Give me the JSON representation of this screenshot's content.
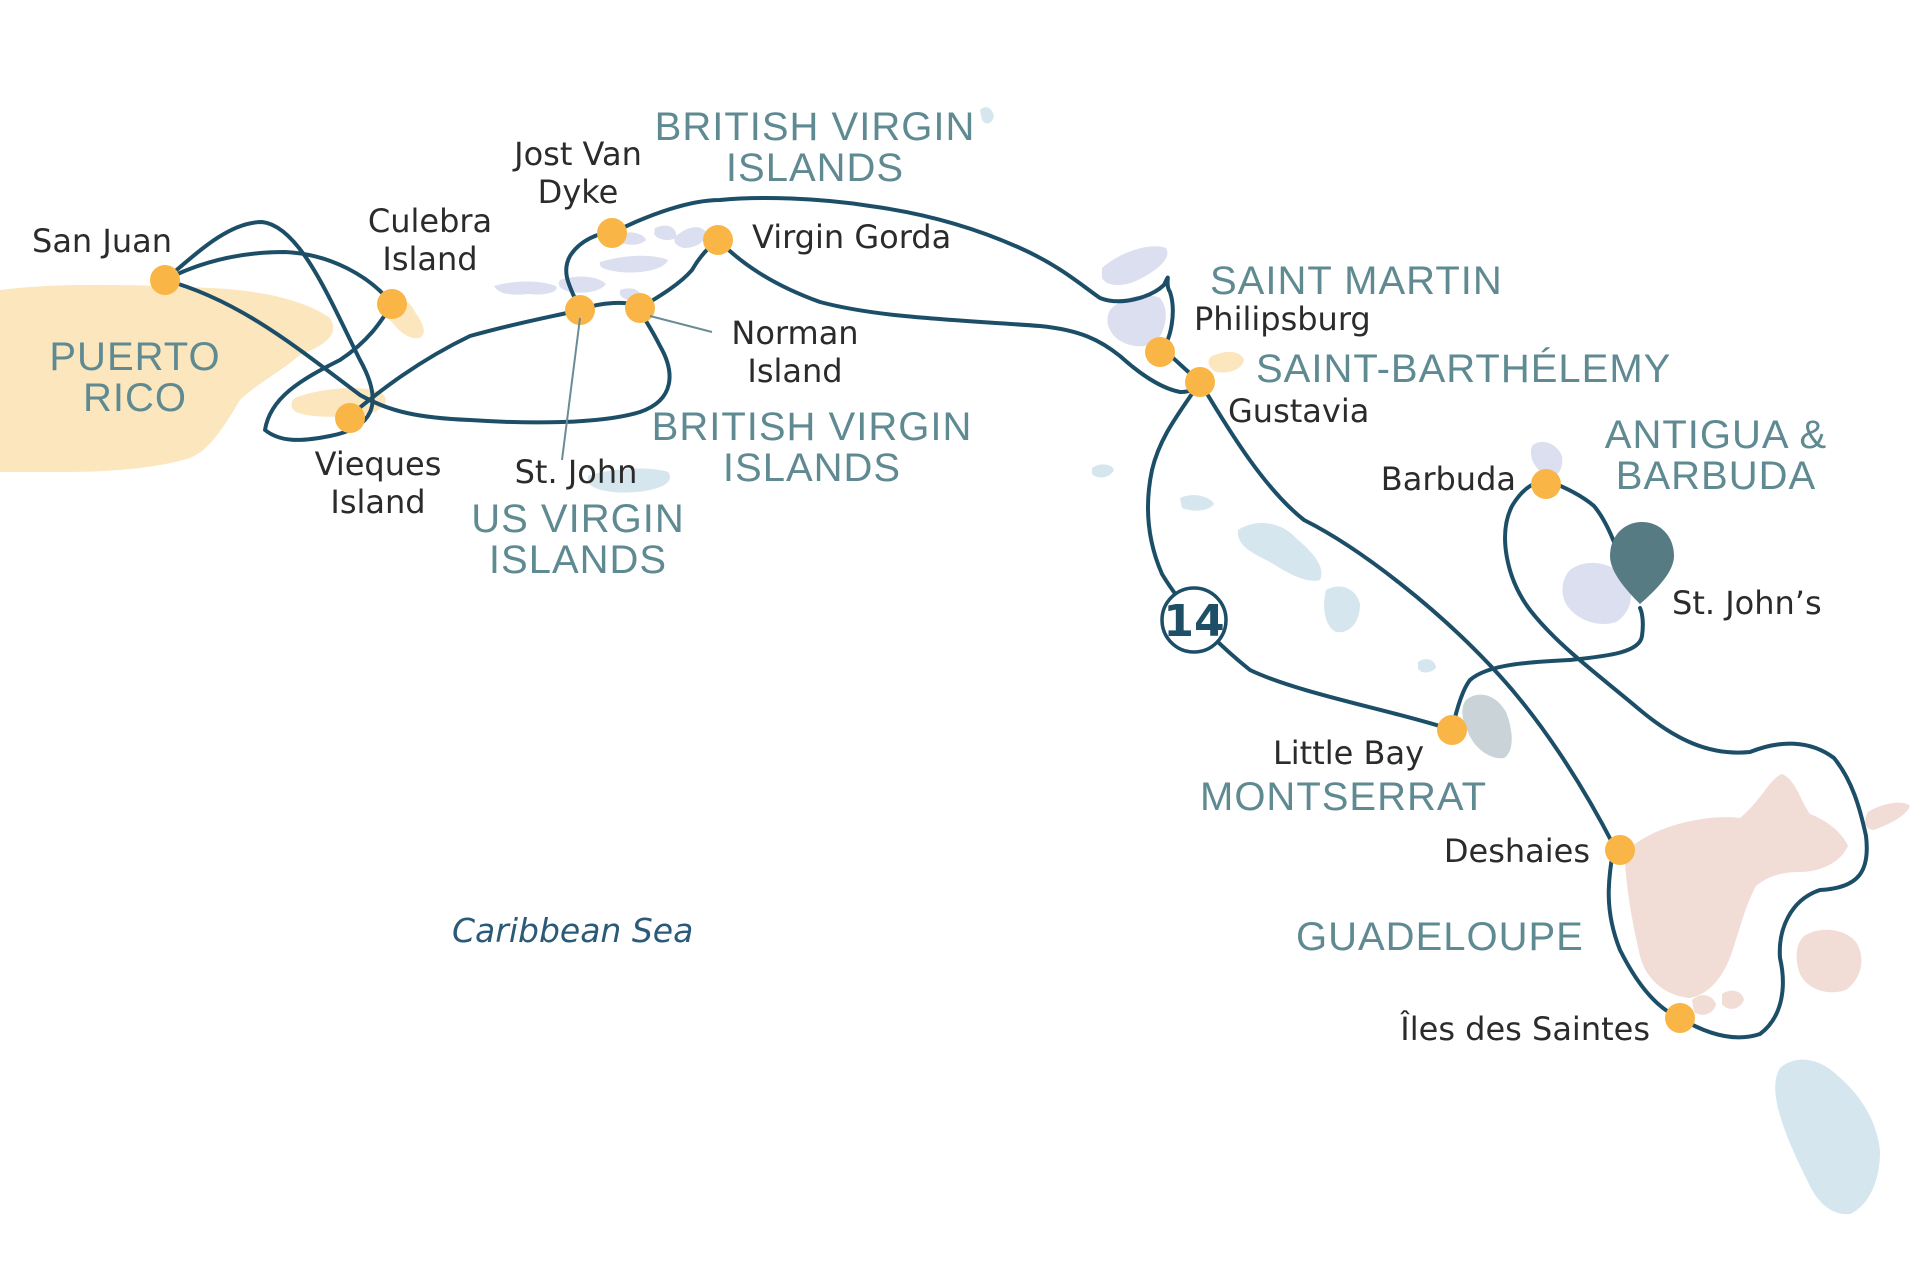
{
  "map": {
    "sea_label": "Caribbean Sea",
    "duration_days": "14",
    "colors": {
      "route": "#1c4e68",
      "port_marker": "#f9b646",
      "land_home": "#fbe6bd",
      "land_other": "#dcdff0",
      "land_montserrat": "#c9d3d8",
      "land_guadeloupe": "#f2ddd6",
      "land_water_island": "#d5e6ee",
      "pin": "#567b82",
      "region_text": "#5f8a92"
    },
    "ports": [
      {
        "id": "san-juan",
        "lines": [
          "San Juan"
        ]
      },
      {
        "id": "culebra-island",
        "lines": [
          "Culebra",
          "Island"
        ]
      },
      {
        "id": "vieques-island",
        "lines": [
          "Vieques",
          "Island"
        ]
      },
      {
        "id": "jost-van-dyke",
        "lines": [
          "Jost Van",
          "Dyke"
        ]
      },
      {
        "id": "virgin-gorda",
        "lines": [
          "Virgin Gorda"
        ]
      },
      {
        "id": "norman-island",
        "lines": [
          "Norman",
          "Island"
        ]
      },
      {
        "id": "st-john",
        "lines": [
          "St. John"
        ]
      },
      {
        "id": "philipsburg",
        "lines": [
          "Philipsburg"
        ]
      },
      {
        "id": "gustavia",
        "lines": [
          "Gustavia"
        ]
      },
      {
        "id": "barbuda",
        "lines": [
          "Barbuda"
        ]
      },
      {
        "id": "st-johns",
        "lines": [
          "St. John’s"
        ]
      },
      {
        "id": "little-bay",
        "lines": [
          "Little Bay"
        ]
      },
      {
        "id": "deshaies",
        "lines": [
          "Deshaies"
        ]
      },
      {
        "id": "iles-des-saintes",
        "lines": [
          "Îles des Saintes"
        ]
      }
    ],
    "regions": [
      {
        "id": "puerto-rico",
        "lines": [
          "PUERTO",
          "RICO"
        ]
      },
      {
        "id": "british-virgin-islands-north",
        "lines": [
          "BRITISH VIRGIN",
          "ISLANDS"
        ]
      },
      {
        "id": "british-virgin-islands-south",
        "lines": [
          "BRITISH VIRGIN",
          "ISLANDS"
        ]
      },
      {
        "id": "us-virgin-islands",
        "lines": [
          "US VIRGIN",
          "ISLANDS"
        ]
      },
      {
        "id": "saint-martin",
        "lines": [
          "SAINT MARTIN"
        ]
      },
      {
        "id": "saint-barthelemy",
        "lines": [
          "SAINT-BARTHÉLEMY"
        ]
      },
      {
        "id": "antigua-barbuda",
        "lines": [
          "ANTIGUA &",
          "BARBUDA"
        ]
      },
      {
        "id": "montserrat",
        "lines": [
          "MONTSERRAT"
        ]
      },
      {
        "id": "guadeloupe",
        "lines": [
          "GUADELOUPE"
        ]
      }
    ]
  }
}
